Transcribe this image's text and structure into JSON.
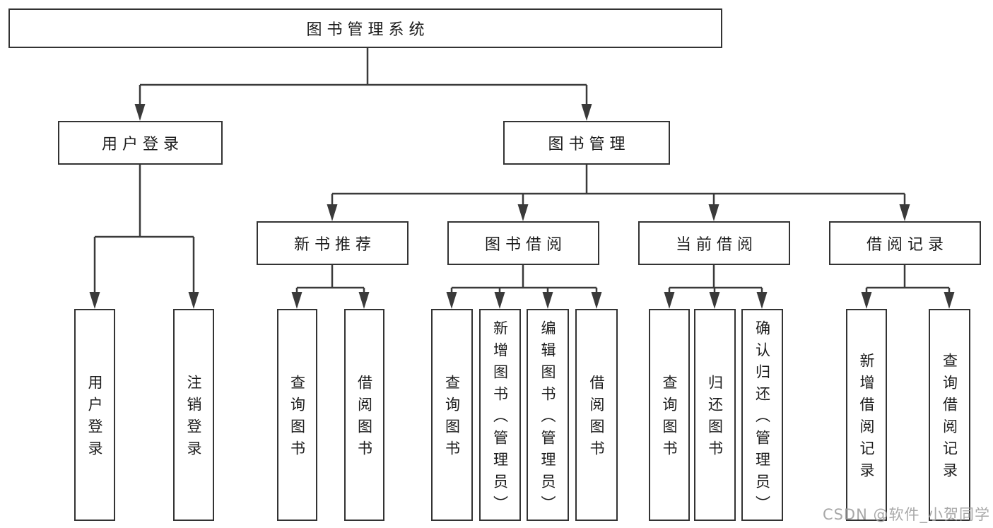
{
  "diagram": {
    "watermark": "CSDN @软件_小贺同学",
    "tree": {
      "label": "图书管理系统",
      "children": [
        {
          "label": "用户登录",
          "children": [
            {
              "label": "用户登录"
            },
            {
              "label": "注销登录"
            }
          ]
        },
        {
          "label": "图书管理",
          "children": [
            {
              "label": "新书推荐",
              "children": [
                {
                  "label": "查询图书"
                },
                {
                  "label": "借阅图书"
                }
              ]
            },
            {
              "label": "图书借阅",
              "children": [
                {
                  "label": "查询图书"
                },
                {
                  "label": "新增图书（管理员）"
                },
                {
                  "label": "编辑图书（管理员）"
                },
                {
                  "label": "借阅图书"
                }
              ]
            },
            {
              "label": "当前借阅",
              "children": [
                {
                  "label": "查询图书"
                },
                {
                  "label": "归还图书"
                },
                {
                  "label": "确认归还（管理员）"
                }
              ]
            },
            {
              "label": "借阅记录",
              "children": [
                {
                  "label": "新增借阅记录"
                },
                {
                  "label": "查询借阅记录"
                }
              ]
            }
          ]
        }
      ]
    }
  }
}
